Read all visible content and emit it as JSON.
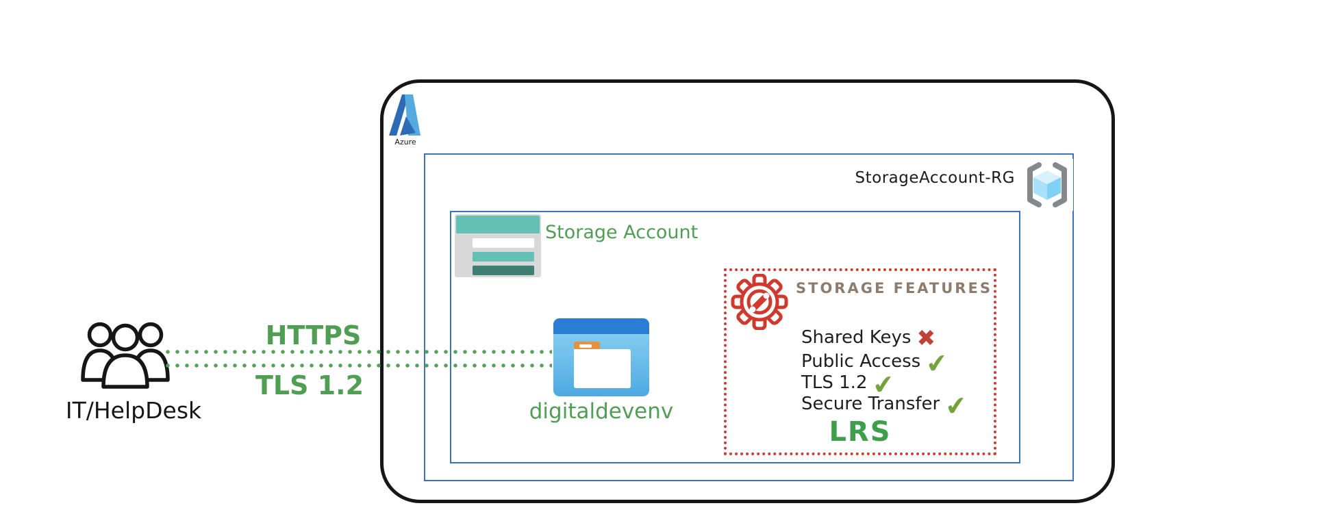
{
  "azure": {
    "label": "Azure"
  },
  "resource_group": {
    "label": "StorageAccount-RG"
  },
  "storage_account": {
    "label": "Storage Account"
  },
  "blob": {
    "label": "digitaldevenv"
  },
  "features": {
    "title": "STORAGE FEATURES",
    "items": [
      {
        "label": "Shared Keys",
        "status": "cross",
        "glyph": "✖"
      },
      {
        "label": "Public Access",
        "status": "check",
        "glyph": "✔"
      },
      {
        "label": "TLS 1.2",
        "status": "check",
        "glyph": "✔"
      },
      {
        "label": "Secure Transfer",
        "status": "check",
        "glyph": "✔"
      }
    ],
    "redundancy": "LRS"
  },
  "actor": {
    "label": "IT/HelpDesk"
  },
  "connections": {
    "top_label": "HTTPS",
    "bottom_label": "TLS 1.2"
  },
  "colors": {
    "green_text": "#4f9e54",
    "dotted_line_green": "#55a158",
    "blue_border": "#3a72c2",
    "outer_border": "#161616",
    "red_box": "#cf3a2e",
    "features_title_brown": "#8d7b6e",
    "check_green": "#74a23c",
    "cross_red": "#bf4138",
    "azure_dark_blue": "#2e6bb5",
    "azure_light_blue": "#55abe0",
    "storage_teal": "#63c0b2",
    "storage_dark_teal": "#3f7e72",
    "blob_header_blue": "#2b7cd3",
    "folder_tab_orange": "#e8913d"
  }
}
